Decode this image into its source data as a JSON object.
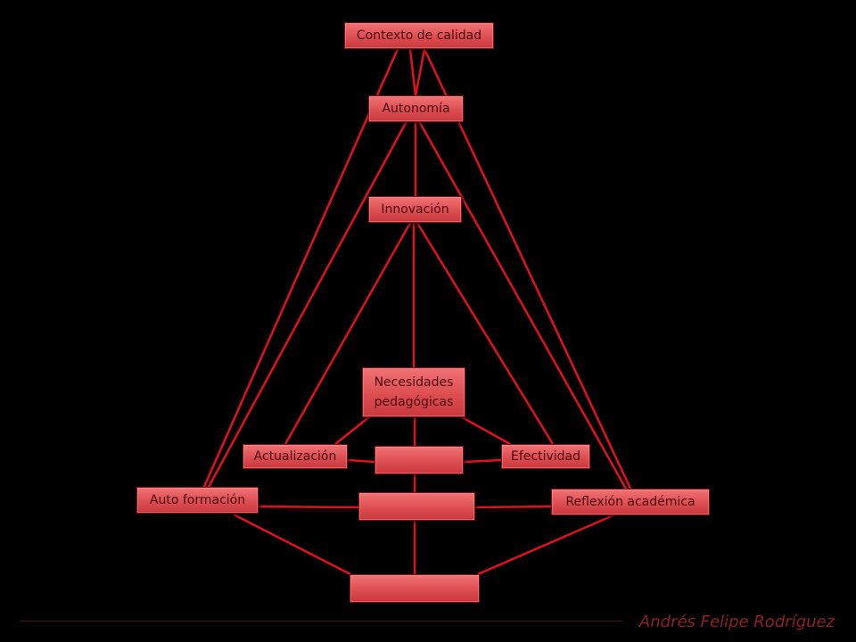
{
  "nodes": {
    "contexto": "Contexto de calidad",
    "autonomia": "Autonomía",
    "innovacion": "Innovación",
    "necesidades": "Necesidades pedagógicas",
    "actualizacion": "Actualización",
    "efectividad": "Efectividad",
    "auto_formacion": "Auto formación",
    "reflexion": "Reflexión  académica",
    "blank_1": "",
    "blank_2": "",
    "blank_3": ""
  },
  "connections": [
    [
      "contexto",
      "autonomia"
    ],
    [
      "contexto",
      "auto_formacion"
    ],
    [
      "contexto",
      "reflexion"
    ],
    [
      "autonomia",
      "innovacion"
    ],
    [
      "autonomia",
      "auto_formacion"
    ],
    [
      "autonomia",
      "reflexion"
    ],
    [
      "innovacion",
      "necesidades"
    ],
    [
      "innovacion",
      "actualizacion"
    ],
    [
      "innovacion",
      "efectividad"
    ],
    [
      "necesidades",
      "actualizacion"
    ],
    [
      "necesidades",
      "efectividad"
    ],
    [
      "actualizacion",
      "blank_1"
    ],
    [
      "blank_1",
      "efectividad"
    ],
    [
      "auto_formacion",
      "blank_2"
    ],
    [
      "blank_2",
      "reflexion"
    ],
    [
      "blank_2",
      "blank_3"
    ],
    [
      "auto_formacion",
      "blank_3"
    ],
    [
      "reflexion",
      "blank_3"
    ]
  ],
  "author": "Andrés Felipe Rodríguez",
  "colors": {
    "box": "#dd4e52",
    "line": "#e01020",
    "author": "#8c1f26"
  }
}
